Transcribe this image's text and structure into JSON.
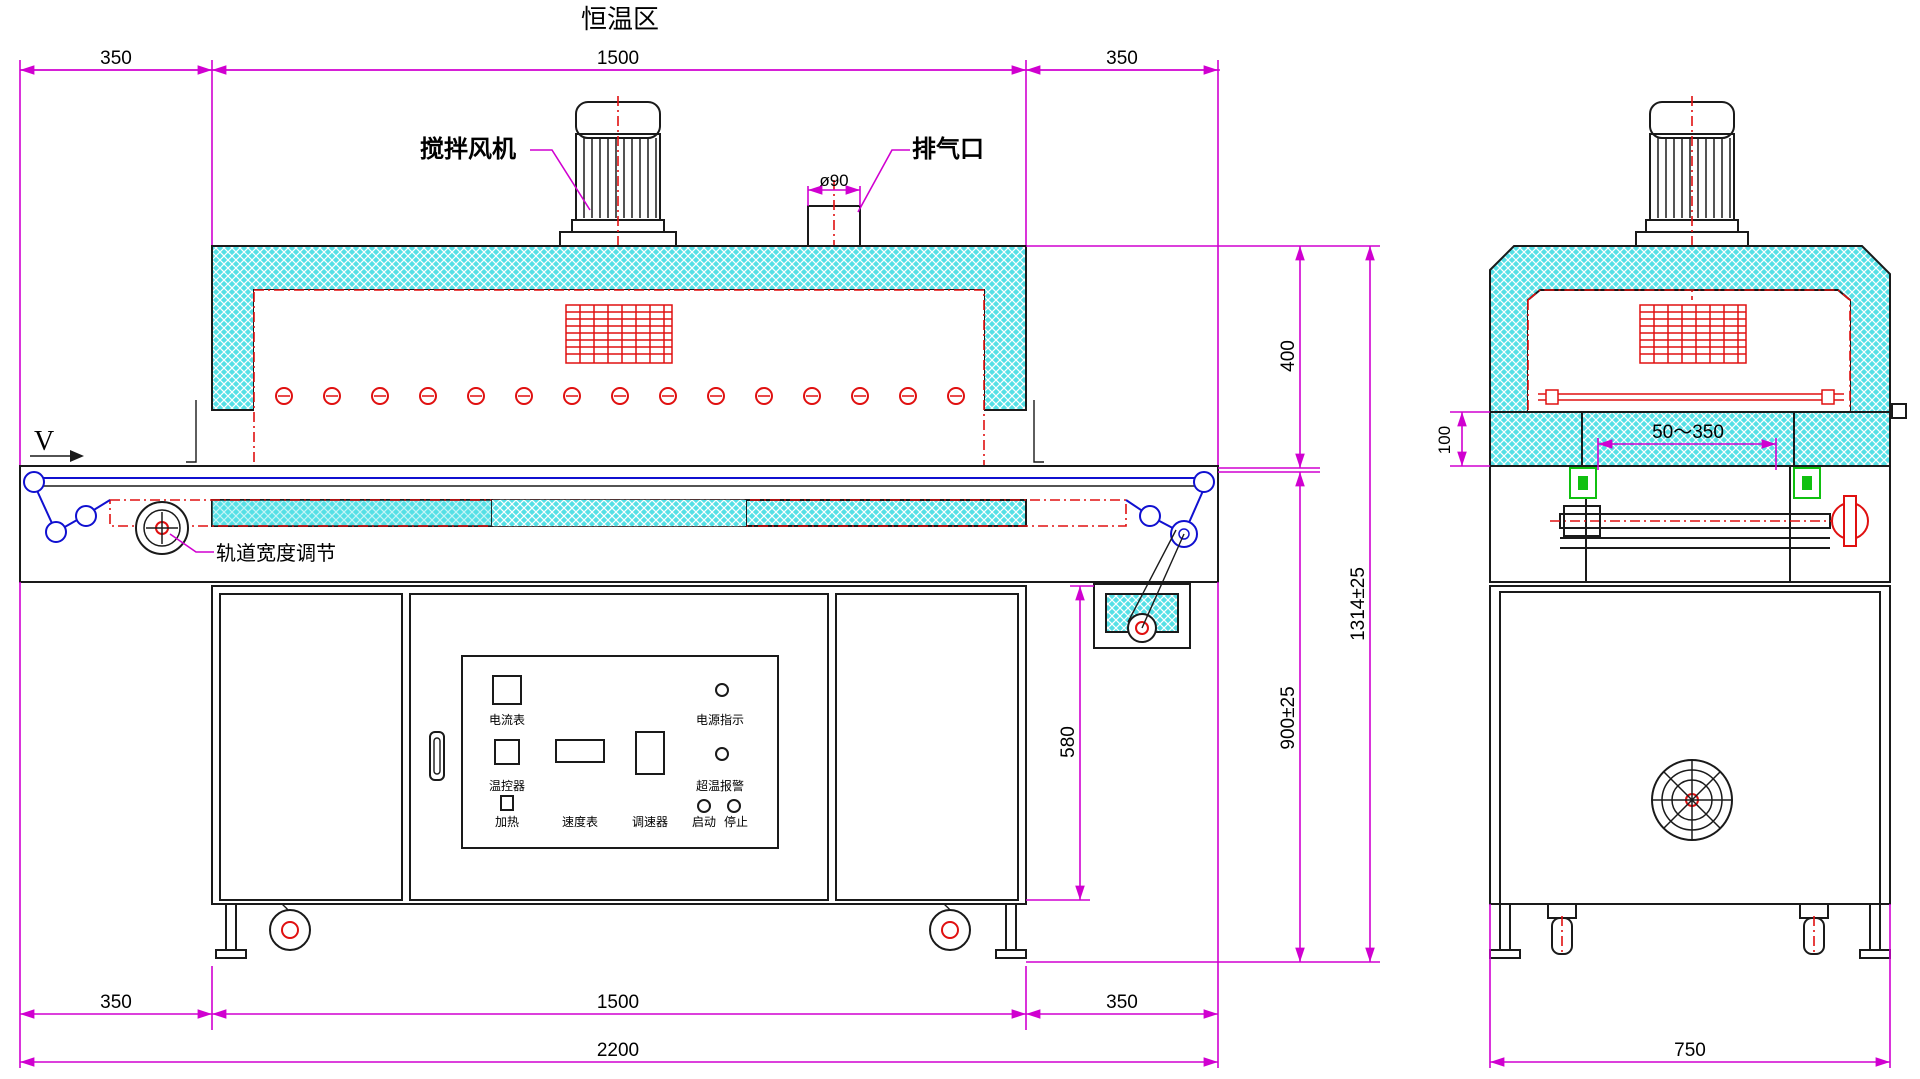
{
  "title": "恒温区",
  "labels": {
    "fan": "搅拌风机",
    "exhaust": "排气口",
    "exhaust_dia": "ø90",
    "track_adjust": "轨道宽度调节",
    "speed_symbol": "V"
  },
  "dimensions": {
    "top_left": "350",
    "top_mid": "1500",
    "top_right": "350",
    "bottom_left": "350",
    "bottom_mid": "1500",
    "bottom_right": "350",
    "overall_length": "2200",
    "height_400": "400",
    "height_580": "580",
    "height_900": "900±25",
    "height_1314": "1314±25",
    "side_width": "750",
    "side_gap": "100",
    "side_range": "50～350"
  },
  "panel": {
    "ammeter": "电流表",
    "power_indicator": "电源指示",
    "temp_controller": "温控器",
    "over_temp_alarm": "超温报警",
    "heating": "加热",
    "speed_meter": "速度表",
    "speed_regulator": "调速器",
    "start": "启动",
    "stop": "停止"
  },
  "colors": {
    "dimension": "#d000d0",
    "insulation": "#55e0e6",
    "heater": "#e01010",
    "conveyor": "#1010d0"
  }
}
